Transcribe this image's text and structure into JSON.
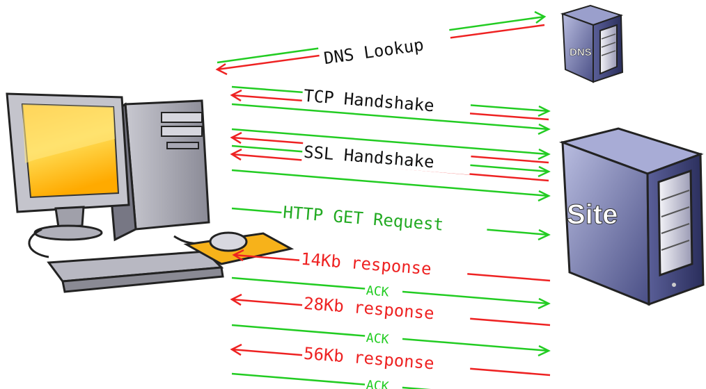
{
  "colors": {
    "request": "#22cc22",
    "response": "#ee2222"
  },
  "icons": {
    "client": "desktop-computer-icon",
    "dns_server": "server-tower-icon",
    "site_server": "server-tower-icon"
  },
  "servers": {
    "dns": "DNS",
    "site": "Site"
  },
  "messages": [
    {
      "id": "dns",
      "text": "DNS Lookup",
      "color": "#111111"
    },
    {
      "id": "tcp",
      "text": "TCP Handshake",
      "color": "#111111"
    },
    {
      "id": "ssl",
      "text": "SSL Handshake",
      "color": "#111111"
    },
    {
      "id": "get",
      "text": "HTTP GET Request",
      "color": "#22aa22"
    },
    {
      "id": "r14",
      "text": "14Kb response",
      "color": "#ee2222"
    },
    {
      "id": "ack1",
      "text": "ACK",
      "color": "#22cc22"
    },
    {
      "id": "r28",
      "text": "28Kb response",
      "color": "#ee2222"
    },
    {
      "id": "ack2",
      "text": "ACK",
      "color": "#22cc22"
    },
    {
      "id": "r56",
      "text": "56Kb response",
      "color": "#ee2222"
    },
    {
      "id": "ack3",
      "text": "ACK",
      "color": "#22cc22"
    }
  ]
}
